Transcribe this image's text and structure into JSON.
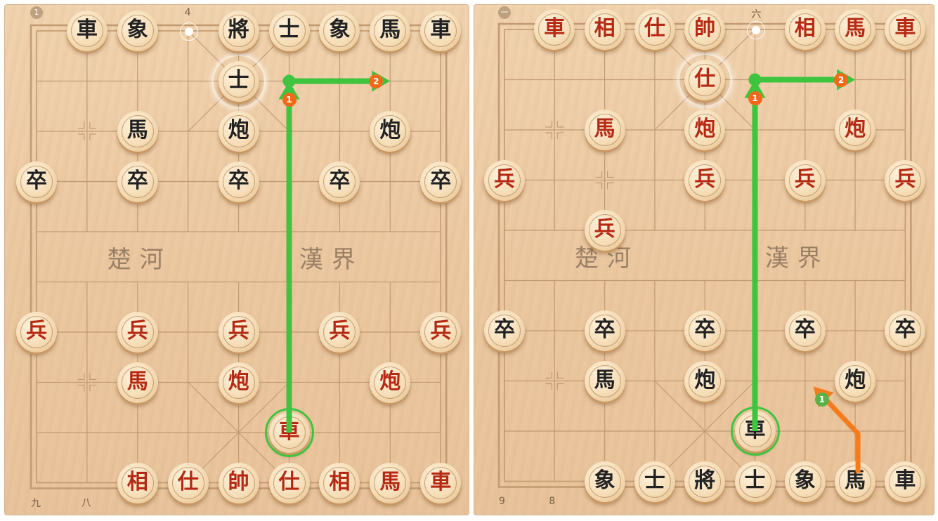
{
  "boards": [
    {
      "id": "left",
      "river": {
        "left": "楚河",
        "right": "漢界"
      },
      "top_labels": [
        {
          "col": 0,
          "text": "1",
          "style": "circle"
        },
        {
          "col": 3,
          "text": "4",
          "style": "plain"
        }
      ],
      "bottom_labels": [
        {
          "col": 0,
          "text": "九"
        },
        {
          "col": 1,
          "text": "八"
        }
      ],
      "pieces": [
        {
          "c": 1,
          "r": 0,
          "t": "車",
          "s": "black"
        },
        {
          "c": 2,
          "r": 0,
          "t": "象",
          "s": "black"
        },
        {
          "c": 4,
          "r": 0,
          "t": "將",
          "s": "black"
        },
        {
          "c": 5,
          "r": 0,
          "t": "士",
          "s": "black"
        },
        {
          "c": 6,
          "r": 0,
          "t": "象",
          "s": "black"
        },
        {
          "c": 7,
          "r": 0,
          "t": "馬",
          "s": "black"
        },
        {
          "c": 8,
          "r": 0,
          "t": "車",
          "s": "black"
        },
        {
          "c": 4,
          "r": 1,
          "t": "士",
          "s": "black"
        },
        {
          "c": 2,
          "r": 2,
          "t": "馬",
          "s": "black"
        },
        {
          "c": 4,
          "r": 2,
          "t": "炮",
          "s": "black"
        },
        {
          "c": 7,
          "r": 2,
          "t": "炮",
          "s": "black"
        },
        {
          "c": 0,
          "r": 3,
          "t": "卒",
          "s": "black"
        },
        {
          "c": 2,
          "r": 3,
          "t": "卒",
          "s": "black"
        },
        {
          "c": 4,
          "r": 3,
          "t": "卒",
          "s": "black"
        },
        {
          "c": 6,
          "r": 3,
          "t": "卒",
          "s": "black"
        },
        {
          "c": 8,
          "r": 3,
          "t": "卒",
          "s": "black"
        },
        {
          "c": 0,
          "r": 6,
          "t": "兵",
          "s": "red"
        },
        {
          "c": 2,
          "r": 6,
          "t": "兵",
          "s": "red"
        },
        {
          "c": 4,
          "r": 6,
          "t": "兵",
          "s": "red"
        },
        {
          "c": 6,
          "r": 6,
          "t": "兵",
          "s": "red"
        },
        {
          "c": 8,
          "r": 6,
          "t": "兵",
          "s": "red"
        },
        {
          "c": 2,
          "r": 7,
          "t": "馬",
          "s": "red"
        },
        {
          "c": 4,
          "r": 7,
          "t": "炮",
          "s": "red"
        },
        {
          "c": 7,
          "r": 7,
          "t": "炮",
          "s": "red"
        },
        {
          "c": 5,
          "r": 8,
          "t": "車",
          "s": "red"
        },
        {
          "c": 2,
          "r": 9,
          "t": "相",
          "s": "red"
        },
        {
          "c": 3,
          "r": 9,
          "t": "仕",
          "s": "red"
        },
        {
          "c": 4,
          "r": 9,
          "t": "帥",
          "s": "red"
        },
        {
          "c": 5,
          "r": 9,
          "t": "仕",
          "s": "red"
        },
        {
          "c": 6,
          "r": 9,
          "t": "相",
          "s": "red"
        },
        {
          "c": 7,
          "r": 9,
          "t": "馬",
          "s": "red"
        },
        {
          "c": 8,
          "r": 9,
          "t": "車",
          "s": "red"
        }
      ],
      "last_move_dot": {
        "c": 3,
        "r": 0
      },
      "glow": {
        "c": 4,
        "r": 1
      },
      "selected": {
        "c": 5,
        "r": 8
      },
      "arrows": [
        {
          "color": "#3ec43e",
          "from": {
            "c": 5,
            "r": 8
          },
          "to": {
            "c": 5,
            "r": 1
          },
          "label": "1",
          "marker": "orange",
          "dot": false
        },
        {
          "color": "#3ec43e",
          "from": {
            "c": 5,
            "r": 1
          },
          "to": {
            "c": 7,
            "r": 1
          },
          "label": "2",
          "marker": "orange",
          "dot": true
        }
      ]
    },
    {
      "id": "right",
      "river": {
        "left": "楚河",
        "right": "漢界"
      },
      "top_labels": [
        {
          "col": 0,
          "text": "一",
          "style": "circle"
        },
        {
          "col": 5,
          "text": "六",
          "style": "plain"
        }
      ],
      "bottom_labels": [
        {
          "col": 0,
          "text": "9"
        },
        {
          "col": 1,
          "text": "8"
        }
      ],
      "pieces": [
        {
          "c": 1,
          "r": 0,
          "t": "車",
          "s": "red"
        },
        {
          "c": 2,
          "r": 0,
          "t": "相",
          "s": "red"
        },
        {
          "c": 3,
          "r": 0,
          "t": "仕",
          "s": "red"
        },
        {
          "c": 4,
          "r": 0,
          "t": "帥",
          "s": "red"
        },
        {
          "c": 6,
          "r": 0,
          "t": "相",
          "s": "red"
        },
        {
          "c": 7,
          "r": 0,
          "t": "馬",
          "s": "red"
        },
        {
          "c": 8,
          "r": 0,
          "t": "車",
          "s": "red"
        },
        {
          "c": 4,
          "r": 1,
          "t": "仕",
          "s": "red"
        },
        {
          "c": 2,
          "r": 2,
          "t": "馬",
          "s": "red"
        },
        {
          "c": 4,
          "r": 2,
          "t": "炮",
          "s": "red"
        },
        {
          "c": 7,
          "r": 2,
          "t": "炮",
          "s": "red"
        },
        {
          "c": 0,
          "r": 3,
          "t": "兵",
          "s": "red"
        },
        {
          "c": 4,
          "r": 3,
          "t": "兵",
          "s": "red"
        },
        {
          "c": 6,
          "r": 3,
          "t": "兵",
          "s": "red"
        },
        {
          "c": 8,
          "r": 3,
          "t": "兵",
          "s": "red"
        },
        {
          "c": 2,
          "r": 4,
          "t": "兵",
          "s": "red"
        },
        {
          "c": 0,
          "r": 6,
          "t": "卒",
          "s": "black"
        },
        {
          "c": 2,
          "r": 6,
          "t": "卒",
          "s": "black"
        },
        {
          "c": 4,
          "r": 6,
          "t": "卒",
          "s": "black"
        },
        {
          "c": 6,
          "r": 6,
          "t": "卒",
          "s": "black"
        },
        {
          "c": 8,
          "r": 6,
          "t": "卒",
          "s": "black"
        },
        {
          "c": 2,
          "r": 7,
          "t": "馬",
          "s": "black"
        },
        {
          "c": 4,
          "r": 7,
          "t": "炮",
          "s": "black"
        },
        {
          "c": 7,
          "r": 7,
          "t": "炮",
          "s": "black"
        },
        {
          "c": 5,
          "r": 8,
          "t": "車",
          "s": "black"
        },
        {
          "c": 2,
          "r": 9,
          "t": "象",
          "s": "black"
        },
        {
          "c": 3,
          "r": 9,
          "t": "士",
          "s": "black"
        },
        {
          "c": 4,
          "r": 9,
          "t": "將",
          "s": "black"
        },
        {
          "c": 5,
          "r": 9,
          "t": "士",
          "s": "black"
        },
        {
          "c": 6,
          "r": 9,
          "t": "象",
          "s": "black"
        },
        {
          "c": 7,
          "r": 9,
          "t": "馬",
          "s": "black"
        },
        {
          "c": 8,
          "r": 9,
          "t": "車",
          "s": "black"
        }
      ],
      "last_move_dot": {
        "c": 5,
        "r": 0
      },
      "glow": {
        "c": 4,
        "r": 1
      },
      "selected": {
        "c": 5,
        "r": 8
      },
      "arrows": [
        {
          "color": "#3ec43e",
          "from": {
            "c": 5,
            "r": 8
          },
          "to": {
            "c": 5,
            "r": 1
          },
          "label": "1",
          "marker": "orange",
          "dot": false
        },
        {
          "color": "#3ec43e",
          "from": {
            "c": 5,
            "r": 1
          },
          "to": {
            "c": 7,
            "r": 1
          },
          "label": "2",
          "marker": "orange",
          "dot": true
        },
        {
          "color": "#f57c1c",
          "from": {
            "c": 7,
            "r": 9
          },
          "to": {
            "c": 6,
            "r": 7
          },
          "label": "1",
          "marker": "green",
          "dot": false,
          "knight": true
        }
      ]
    }
  ]
}
